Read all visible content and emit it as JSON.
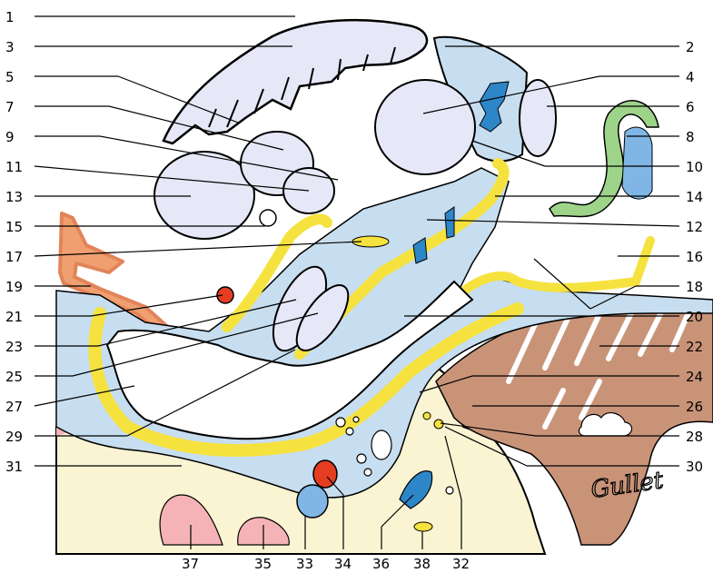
{
  "colors": {
    "brain": "#e6e8f7",
    "csf": "#c7def0",
    "dura_yellow": "#f6e23e",
    "tissue_cream": "#fbf4d3",
    "muscle_brown": "#c99378",
    "orange": "#f0a070",
    "pink": "#f5b3b8",
    "artery": "#e43d22",
    "vein": "#7fb6e5",
    "green": "#9ed48a",
    "blue_dark": "#2d86c8",
    "gray": "#d9d9d9"
  },
  "labels_left": [
    "1",
    "3",
    "5",
    "7",
    "9",
    "11",
    "13",
    "15",
    "17",
    "19",
    "21",
    "23",
    "25",
    "27",
    "29",
    "31"
  ],
  "labels_right": [
    "2",
    "4",
    "6",
    "8",
    "10",
    "14",
    "12",
    "16",
    "18",
    "20",
    "22",
    "24",
    "26",
    "28",
    "30"
  ],
  "labels_bottom": [
    "37",
    "35",
    "33",
    "34",
    "36",
    "38",
    "32"
  ],
  "signature": "Gullet"
}
